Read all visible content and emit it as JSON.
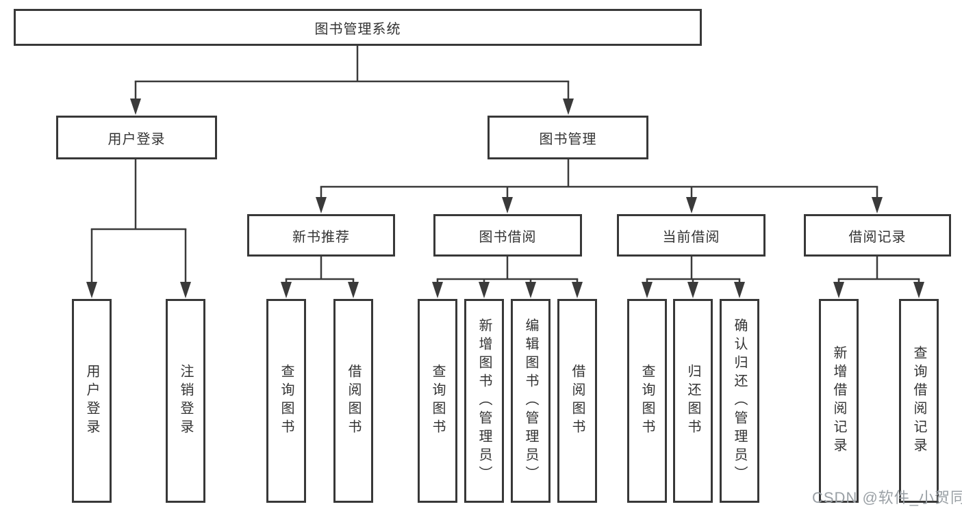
{
  "diagram": {
    "type": "functional-structure-tree",
    "colors": {
      "line": "#3a3a3a",
      "box_border": "#383838",
      "box_fill": "#ffffff",
      "text": "#333333",
      "watermark": "#9aa0a5",
      "background": "#ffffff"
    }
  },
  "tree": {
    "label": "图书管理系统",
    "children": [
      {
        "label": "用户登录",
        "children": [
          {
            "label": "用户登录"
          },
          {
            "label": "注销登录"
          }
        ]
      },
      {
        "label": "图书管理",
        "children": [
          {
            "label": "新书推荐",
            "children": [
              {
                "label": "查询图书"
              },
              {
                "label": "借阅图书"
              }
            ]
          },
          {
            "label": "图书借阅",
            "children": [
              {
                "label": "查询图书"
              },
              {
                "label": "新增图书（管理员）"
              },
              {
                "label": "编辑图书（管理员）"
              },
              {
                "label": "借阅图书"
              }
            ]
          },
          {
            "label": "当前借阅",
            "children": [
              {
                "label": "查询图书"
              },
              {
                "label": "归还图书"
              },
              {
                "label": "确认归还（管理员）"
              }
            ]
          },
          {
            "label": "借阅记录",
            "children": [
              {
                "label": "新增借阅记录"
              },
              {
                "label": "查询借阅记录"
              }
            ]
          }
        ]
      }
    ]
  },
  "watermark": {
    "text": "CSDN @软件_小贺同学"
  }
}
